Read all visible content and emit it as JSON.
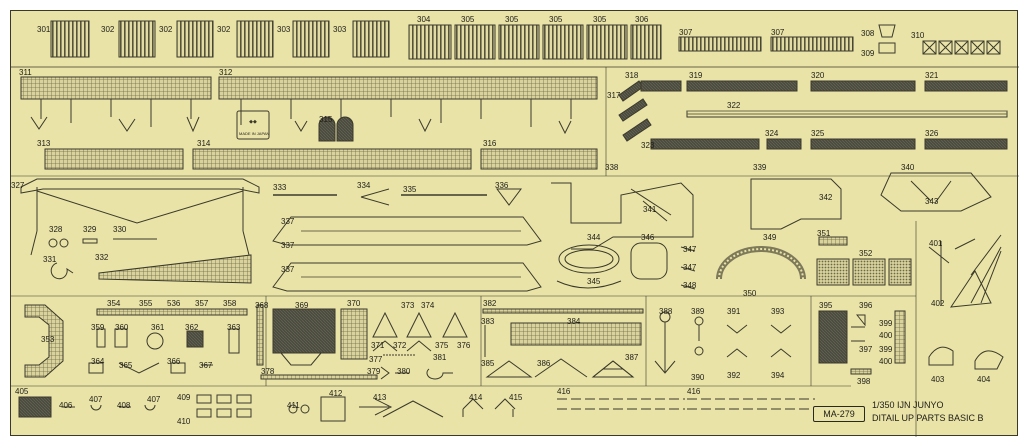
{
  "sheet": {
    "code": "MA-279",
    "scale_title": "1/350 IJN JUNYO",
    "name": "DITAIL UP PARTS  BASIC B",
    "maker_mark": "MADE IN JAPAN"
  },
  "labels": [
    {
      "id": "l301a",
      "text": "301"
    },
    {
      "id": "l302a",
      "text": "302"
    },
    {
      "id": "l302b",
      "text": "302"
    },
    {
      "id": "l302c",
      "text": "302"
    },
    {
      "id": "l303a",
      "text": "303"
    },
    {
      "id": "l303b",
      "text": "303"
    },
    {
      "id": "l304",
      "text": "304"
    },
    {
      "id": "l305a",
      "text": "305"
    },
    {
      "id": "l305b",
      "text": "305"
    },
    {
      "id": "l305c",
      "text": "305"
    },
    {
      "id": "l305d",
      "text": "305"
    },
    {
      "id": "l306",
      "text": "306"
    },
    {
      "id": "l307a",
      "text": "307"
    },
    {
      "id": "l307b",
      "text": "307"
    },
    {
      "id": "l308",
      "text": "308"
    },
    {
      "id": "l309",
      "text": "309"
    },
    {
      "id": "l310",
      "text": "310"
    },
    {
      "id": "l311",
      "text": "311"
    },
    {
      "id": "l312",
      "text": "312"
    },
    {
      "id": "l313",
      "text": "313"
    },
    {
      "id": "l314",
      "text": "314"
    },
    {
      "id": "l315",
      "text": "315"
    },
    {
      "id": "l316",
      "text": "316"
    },
    {
      "id": "l317",
      "text": "317"
    },
    {
      "id": "l318",
      "text": "318"
    },
    {
      "id": "l319",
      "text": "319"
    },
    {
      "id": "l320",
      "text": "320"
    },
    {
      "id": "l321",
      "text": "321"
    },
    {
      "id": "l322",
      "text": "322"
    },
    {
      "id": "l323",
      "text": "323"
    },
    {
      "id": "l324",
      "text": "324"
    },
    {
      "id": "l325",
      "text": "325"
    },
    {
      "id": "l326",
      "text": "326"
    },
    {
      "id": "l327",
      "text": "327"
    },
    {
      "id": "l328",
      "text": "328"
    },
    {
      "id": "l329",
      "text": "329"
    },
    {
      "id": "l330",
      "text": "330"
    },
    {
      "id": "l331",
      "text": "331"
    },
    {
      "id": "l332",
      "text": "332"
    },
    {
      "id": "l333",
      "text": "333"
    },
    {
      "id": "l334",
      "text": "334"
    },
    {
      "id": "l335",
      "text": "335"
    },
    {
      "id": "l336",
      "text": "336"
    },
    {
      "id": "l337a",
      "text": "337"
    },
    {
      "id": "l337b",
      "text": "337"
    },
    {
      "id": "l337c",
      "text": "337"
    },
    {
      "id": "l338",
      "text": "338"
    },
    {
      "id": "l339",
      "text": "339"
    },
    {
      "id": "l340",
      "text": "340"
    },
    {
      "id": "l341",
      "text": "341"
    },
    {
      "id": "l342",
      "text": "342"
    },
    {
      "id": "l343",
      "text": "343"
    },
    {
      "id": "l344",
      "text": "344"
    },
    {
      "id": "l345",
      "text": "345"
    },
    {
      "id": "l346",
      "text": "346"
    },
    {
      "id": "l347a",
      "text": "347"
    },
    {
      "id": "l347b",
      "text": "347"
    },
    {
      "id": "l348",
      "text": "348"
    },
    {
      "id": "l349",
      "text": "349"
    },
    {
      "id": "l350",
      "text": "350"
    },
    {
      "id": "l351",
      "text": "351"
    },
    {
      "id": "l352",
      "text": "352"
    },
    {
      "id": "l353",
      "text": "353"
    },
    {
      "id": "l354",
      "text": "354"
    },
    {
      "id": "l355",
      "text": "355"
    },
    {
      "id": "l536",
      "text": "536"
    },
    {
      "id": "l357",
      "text": "357"
    },
    {
      "id": "l358",
      "text": "358"
    },
    {
      "id": "l359",
      "text": "359"
    },
    {
      "id": "l360",
      "text": "360"
    },
    {
      "id": "l361",
      "text": "361"
    },
    {
      "id": "l362",
      "text": "362"
    },
    {
      "id": "l363",
      "text": "363"
    },
    {
      "id": "l364",
      "text": "364"
    },
    {
      "id": "l365",
      "text": "365"
    },
    {
      "id": "l366",
      "text": "366"
    },
    {
      "id": "l367",
      "text": "367"
    },
    {
      "id": "l368",
      "text": "368"
    },
    {
      "id": "l369",
      "text": "369"
    },
    {
      "id": "l370",
      "text": "370"
    },
    {
      "id": "l371",
      "text": "371"
    },
    {
      "id": "l372",
      "text": "372"
    },
    {
      "id": "l373",
      "text": "373"
    },
    {
      "id": "l374",
      "text": "374"
    },
    {
      "id": "l375",
      "text": "375"
    },
    {
      "id": "l376",
      "text": "376"
    },
    {
      "id": "l377",
      "text": "377"
    },
    {
      "id": "l378",
      "text": "378"
    },
    {
      "id": "l379",
      "text": "379"
    },
    {
      "id": "l380",
      "text": "380"
    },
    {
      "id": "l381",
      "text": "381"
    },
    {
      "id": "l382",
      "text": "382"
    },
    {
      "id": "l383",
      "text": "383"
    },
    {
      "id": "l384",
      "text": "384"
    },
    {
      "id": "l385",
      "text": "385"
    },
    {
      "id": "l386",
      "text": "386"
    },
    {
      "id": "l387",
      "text": "387"
    },
    {
      "id": "l388",
      "text": "388"
    },
    {
      "id": "l389",
      "text": "389"
    },
    {
      "id": "l390",
      "text": "390"
    },
    {
      "id": "l391",
      "text": "391"
    },
    {
      "id": "l392",
      "text": "392"
    },
    {
      "id": "l393",
      "text": "393"
    },
    {
      "id": "l394",
      "text": "394"
    },
    {
      "id": "l395",
      "text": "395"
    },
    {
      "id": "l396",
      "text": "396"
    },
    {
      "id": "l397",
      "text": "397"
    },
    {
      "id": "l398",
      "text": "398"
    },
    {
      "id": "l399a",
      "text": "399"
    },
    {
      "id": "l399b",
      "text": "399"
    },
    {
      "id": "l400a",
      "text": "400"
    },
    {
      "id": "l400b",
      "text": "400"
    },
    {
      "id": "l401",
      "text": "401"
    },
    {
      "id": "l402",
      "text": "402"
    },
    {
      "id": "l403",
      "text": "403"
    },
    {
      "id": "l404",
      "text": "404"
    },
    {
      "id": "l405",
      "text": "405"
    },
    {
      "id": "l406",
      "text": "406"
    },
    {
      "id": "l407a",
      "text": "407"
    },
    {
      "id": "l407b",
      "text": "407"
    },
    {
      "id": "l408",
      "text": "408"
    },
    {
      "id": "l409",
      "text": "409"
    },
    {
      "id": "l410",
      "text": "410"
    },
    {
      "id": "l411",
      "text": "411"
    },
    {
      "id": "l412",
      "text": "412"
    },
    {
      "id": "l413",
      "text": "413"
    },
    {
      "id": "l414",
      "text": "414"
    },
    {
      "id": "l415",
      "text": "415"
    },
    {
      "id": "l416a",
      "text": "416"
    },
    {
      "id": "l416b",
      "text": "416"
    }
  ],
  "colors": {
    "fret": "#e9e3a8",
    "line": "#3b3a2a",
    "etched_dark": "#4a4a40",
    "etched_mid": "#8f8a66"
  }
}
